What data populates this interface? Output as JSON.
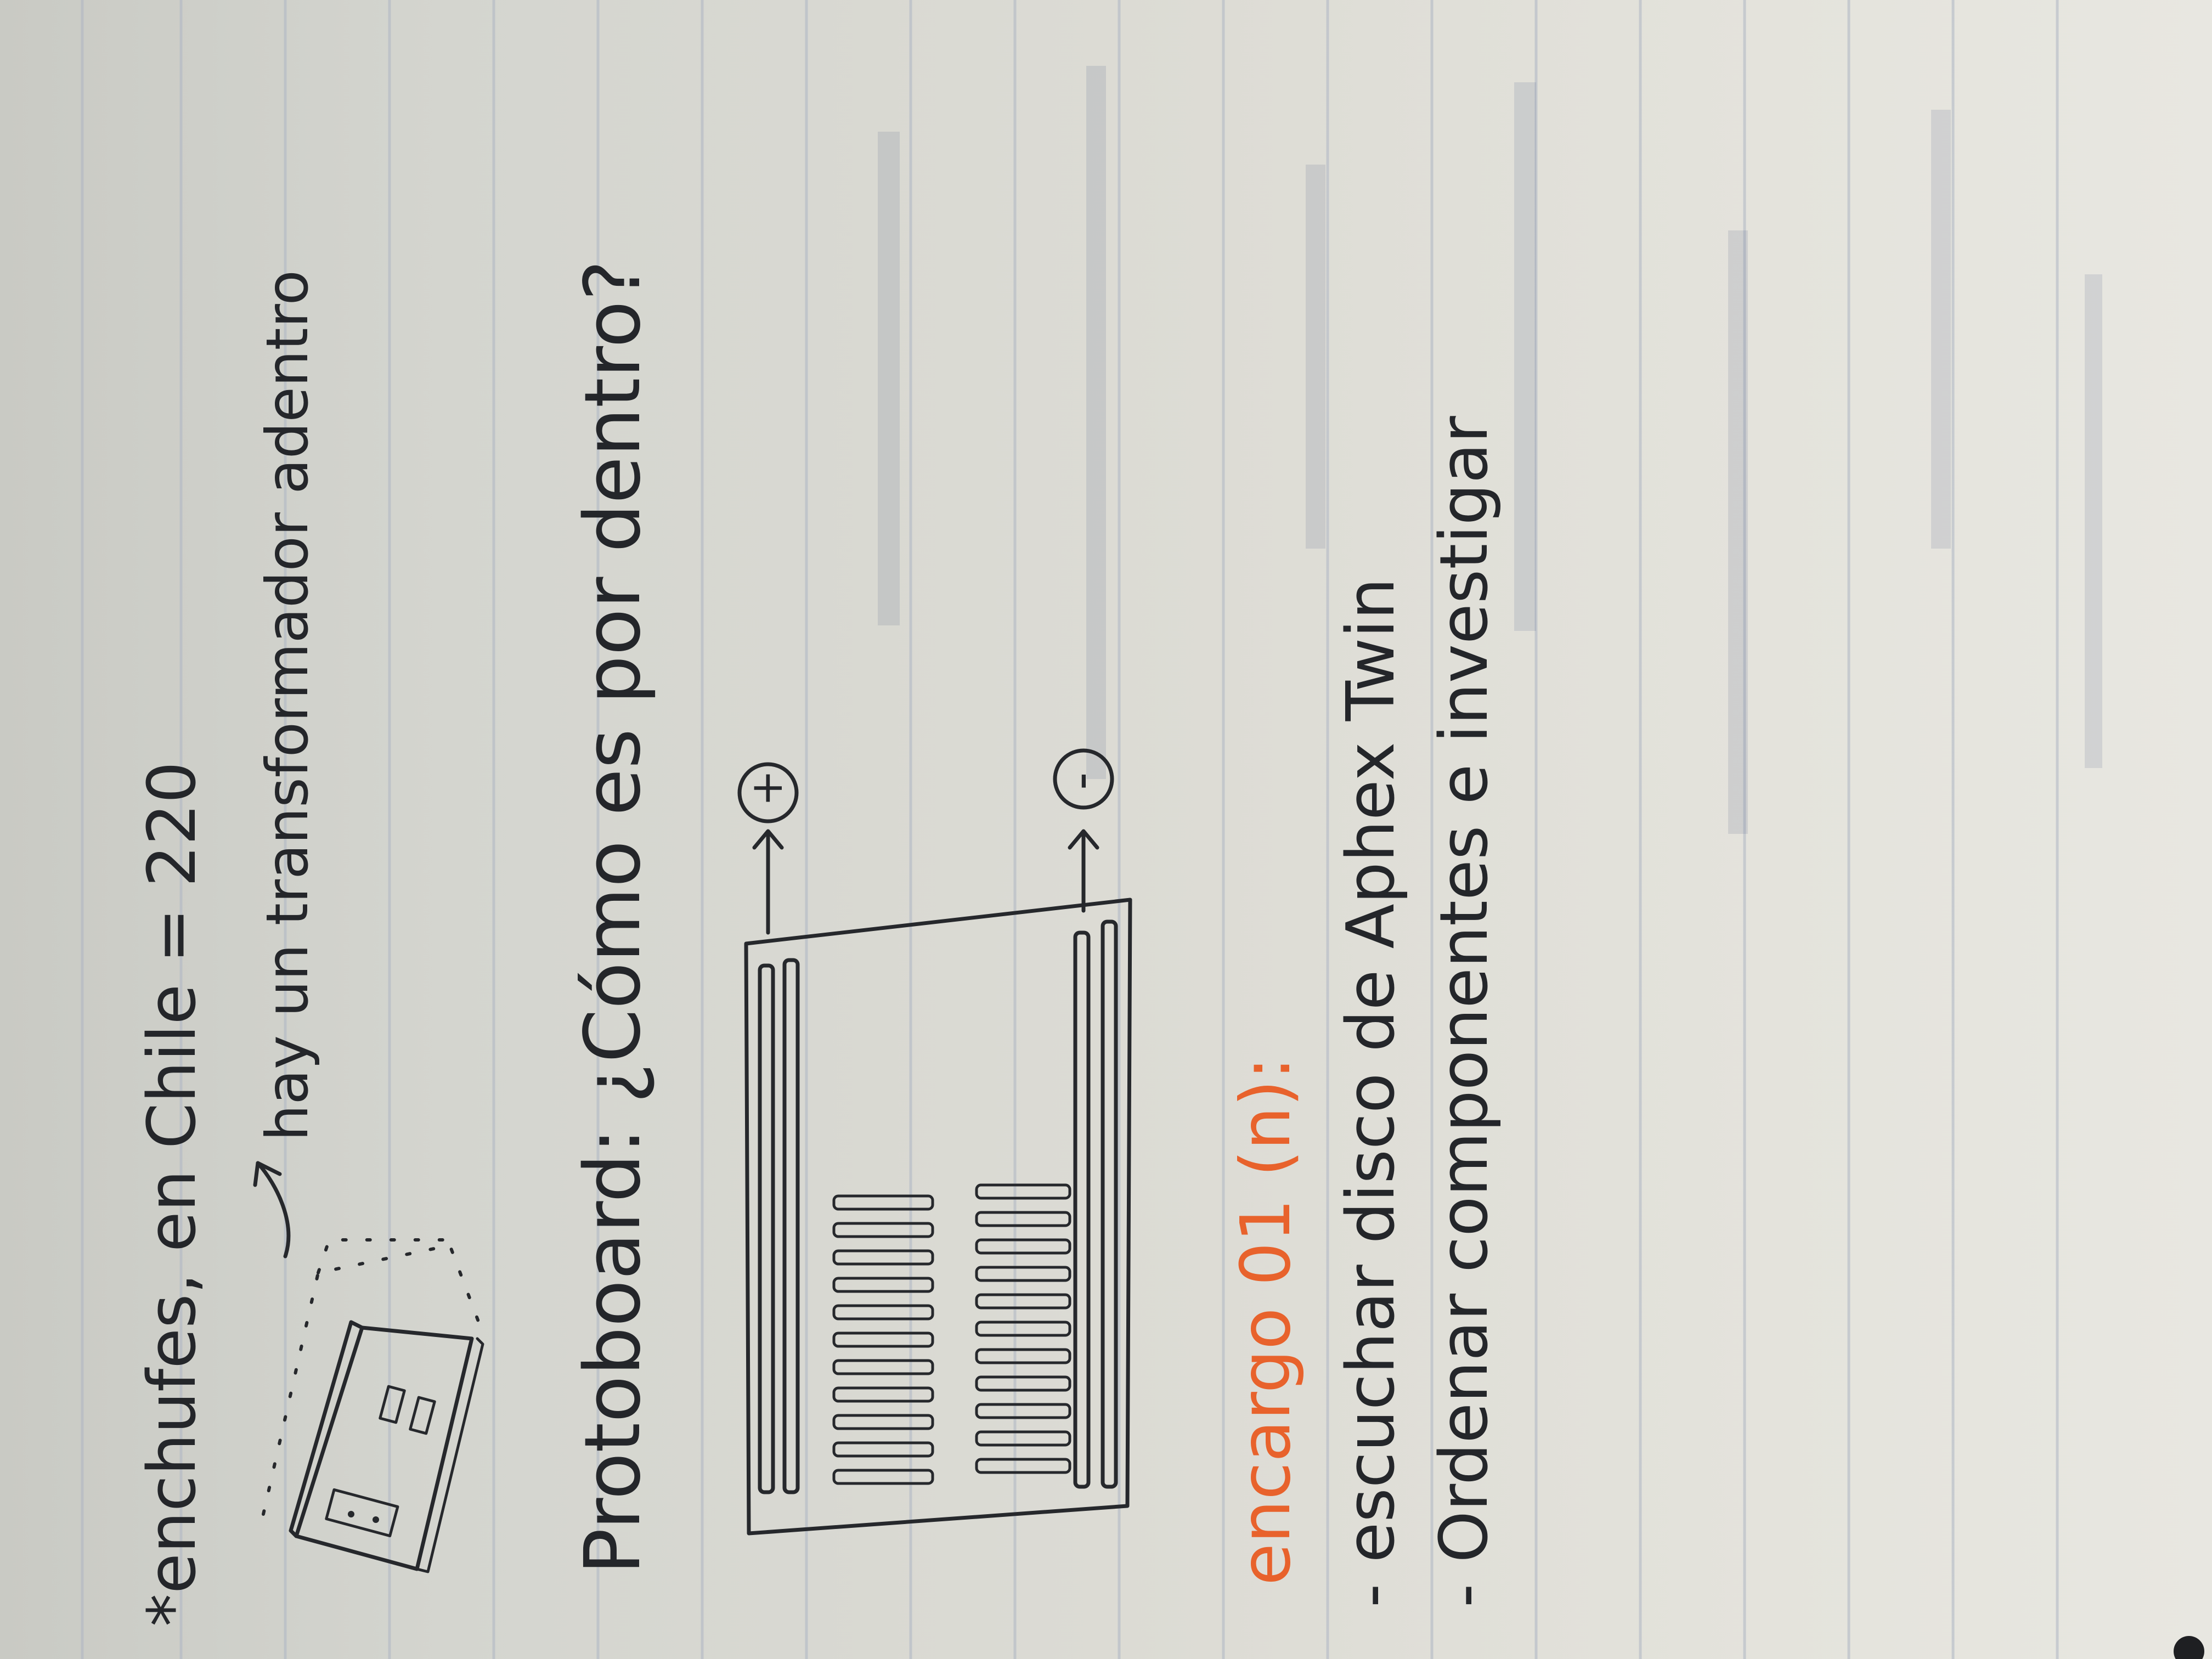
{
  "note_lines": [
    "*enchufes, en Chile = 220",
    "hay un transformador adentro",
    "Protoboard: ¿Cómo es por dentro?",
    "+",
    "-",
    "encargo 01 (n):",
    "- escuchar disco de Aphex Twin",
    "- Ordenar componentes e investigar"
  ],
  "colors": {
    "paper": "#dcdcd6",
    "ink": "#26282c",
    "highlight_ink": "#e8622c",
    "ruled_lines": "#aeb6c4"
  }
}
